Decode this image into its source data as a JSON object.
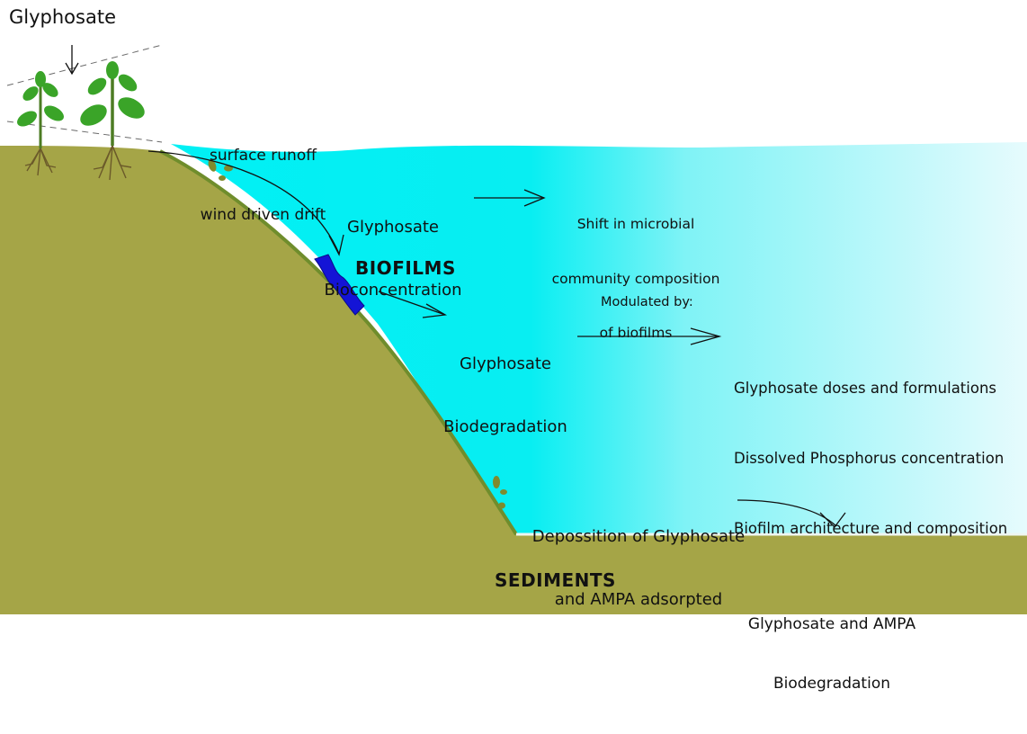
{
  "labels": {
    "glyphosate_top": "Glyphosate",
    "runoff_line1": "surface runoff",
    "runoff_line2": "wind driven drift",
    "bioconc_line1": "Glyphosate",
    "bioconc_line2": "Bioconcentration",
    "shift_line1": "Shift in microbial",
    "shift_line2": "community composition",
    "shift_line3": "of biofilms",
    "biofilms": "BIOFILMS",
    "modulated": "Modulated by:",
    "biodeg_line1": "Glyphosate",
    "biodeg_line2": "Biodegradation",
    "factors": [
      "Glyphosate doses and formulations",
      "Dissolved Phosphorus concentration",
      "Biofilm architecture and composition"
    ],
    "depo_line1": "Depossition of Glyphosate",
    "depo_line2": "and AMPA adsorpted",
    "sediments": "SEDIMENTS",
    "ampa_line1": "Glyphosate and AMPA",
    "ampa_line2": "Biodegradation"
  },
  "colors": {
    "soil": "#a5a547",
    "soil_dark": "#7f8a2e",
    "water_left": "#00f0f4",
    "water_right": "#e4fbfd",
    "biofilm": "#1414d6",
    "leaf": "#3aa428",
    "stem": "#4d7c24",
    "root": "#6b5a2a"
  },
  "icons": [
    "plant-icon",
    "arrow-icon"
  ]
}
